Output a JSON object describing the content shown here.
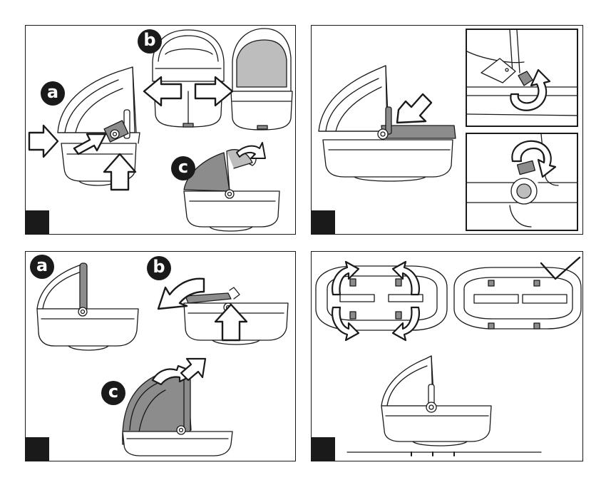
{
  "colors": {
    "ink": "#1a1a1a",
    "shade": "#8c8c8c",
    "shade_light": "#bdbdbd",
    "paper": "#ffffff"
  },
  "panels": [
    {
      "labels": [
        "a",
        "b",
        "c"
      ]
    },
    {
      "labels": []
    },
    {
      "labels": [
        "a",
        "b",
        "c"
      ]
    },
    {
      "labels": []
    }
  ]
}
